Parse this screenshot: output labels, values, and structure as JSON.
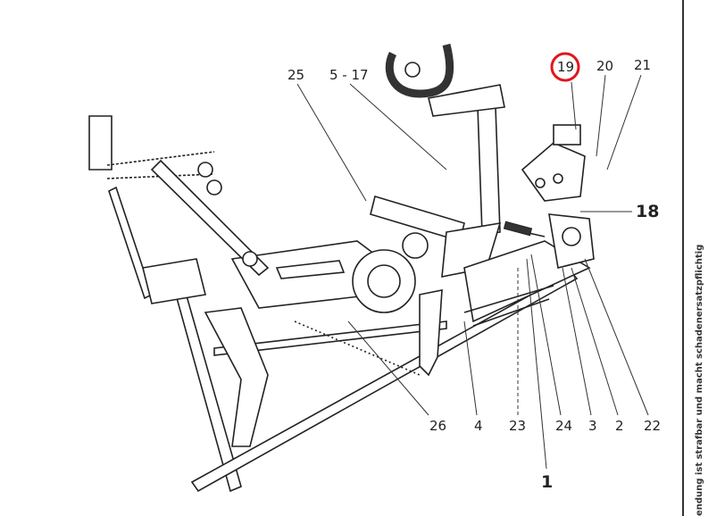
{
  "labels": {
    "l25": "25",
    "l5_17": "5 - 17",
    "l19": "19",
    "l20": "20",
    "l21": "21",
    "l18": "18",
    "l26": "26",
    "l4": "4",
    "l23": "23",
    "l24": "24",
    "l3": "3",
    "l2": "2",
    "l22": "22",
    "l1": "1"
  },
  "highlight": {
    "label": "19",
    "color": "#e0161e"
  },
  "side_text": "endung ist strafbar und macht schadenersatzpflichtig"
}
